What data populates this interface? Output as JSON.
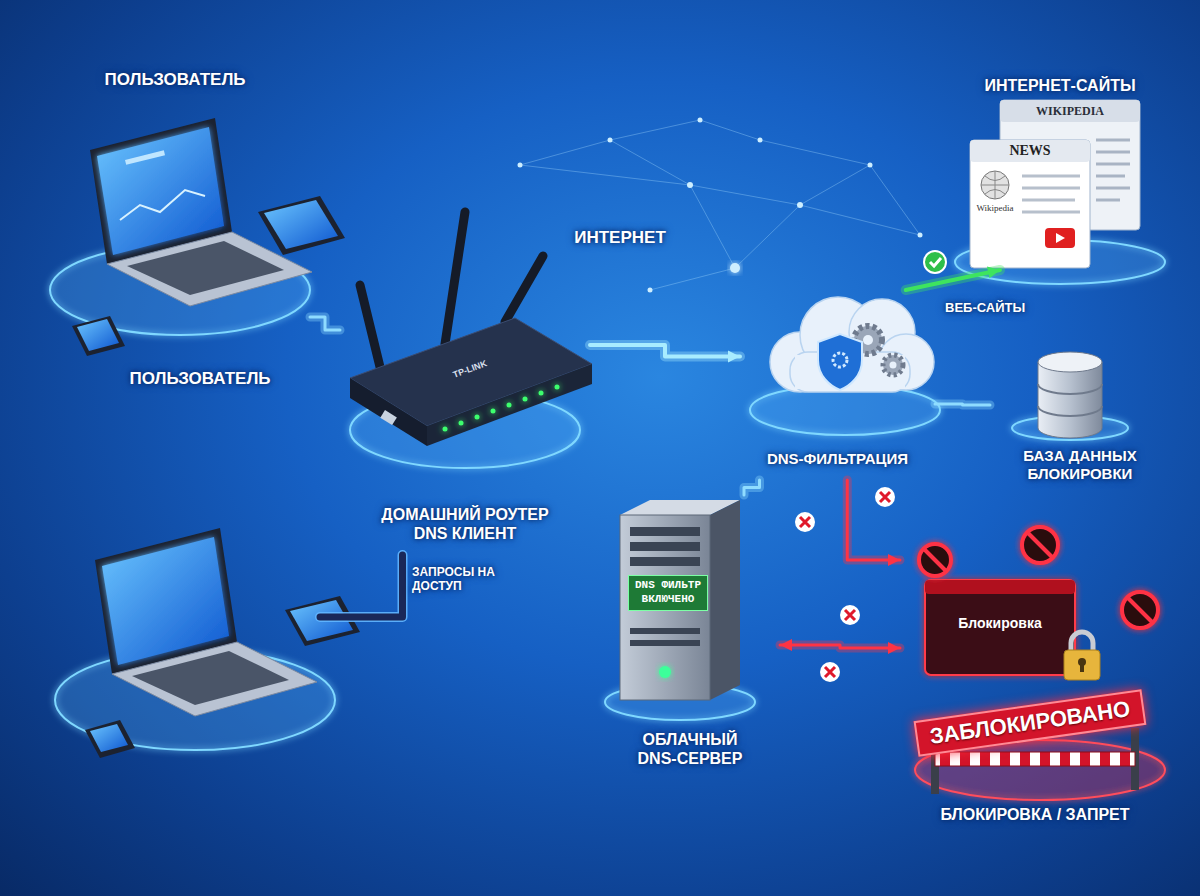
{
  "diagram": {
    "nodes": [
      {
        "text": [
          "ПОЛЬЗОВАТЕЛЬ"
        ]
      },
      {
        "text": [
          "ПОЛЬЗОВАТЕЛЬ"
        ]
      },
      {
        "text": [
          "ДОМАШНИЙ РОУТЕР DNS КЛИЕНТ"
        ]
      },
      {
        "text": [
          "DNS-ФИЛЬТРАЦИЯ"
        ]
      },
      {
        "text": [
          "ИНТЕРНЕТ-САЙТЫ"
        ]
      },
      {
        "text": [
          "БАЗА ДАННЫХ БЛОКИРОВКИ"
        ]
      },
      {
        "text": [
          "DNS ФИЛЬТР ВКЛЮЧЕНО",
          "ОБЛАЧНЫЙ DNS-СЕРВЕР"
        ]
      },
      {
        "text": [
          "БЛОКИРОВКА / ЗАПРЕТ"
        ]
      }
    ],
    "edges": [
      {
        "from": 0,
        "to": 2,
        "arrow": "none"
      },
      {
        "from": 1,
        "to": 2,
        "label": "ЗАПРОСЫ НА ДОСТУП",
        "arrow": "none"
      },
      {
        "from": 2,
        "to": 3,
        "arrow": "to"
      },
      {
        "from": 3,
        "to": 4,
        "label": "ВЕБ-САЙТЫ",
        "arrow": "to"
      },
      {
        "from": 3,
        "to": 5,
        "arrow": "none"
      },
      {
        "from": 6,
        "to": 3,
        "arrow": "none"
      },
      {
        "from": 3,
        "to": 7,
        "arrow": "to"
      },
      {
        "from": 6,
        "to": 7,
        "arrow": "both"
      }
    ],
    "labels": [
      "ИНТЕРНЕТ",
      "TP-LINK",
      "WIKIPEDIA",
      "NEWS",
      "Wikipedia",
      "Блокировка",
      "ЗАБЛОКИРОВАНО"
    ]
  }
}
